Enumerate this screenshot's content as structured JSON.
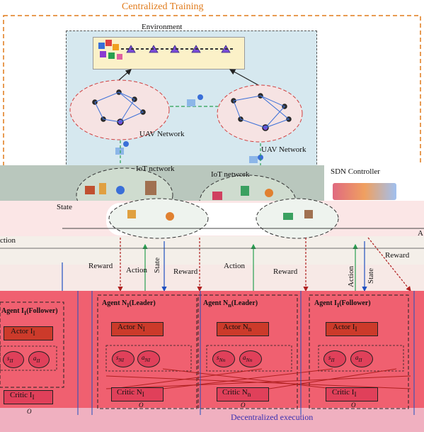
{
  "titles": {
    "top": "Centralized Training",
    "environment": "Environment",
    "uav_left": "UAV Network",
    "uav_right": "UAV Network",
    "iot_left": "IoT nctwork",
    "iot_right": "IoT network",
    "sdn": "SDN Controller",
    "bottom": "Decentralized execution"
  },
  "flow_labels": {
    "state_left": "State",
    "action_left": "ction",
    "reward_1": "Reward",
    "action_1": "Action",
    "state_1": "State",
    "reward_2": "Reward",
    "action_2": "Action",
    "reward_3": "Reward",
    "action_3": "Action",
    "state_3": "State",
    "reward_right": "Reward",
    "a_right": "A"
  },
  "agents": [
    {
      "title": "Agent I",
      "title_sub": "I",
      "title_suffix": "(Follower)",
      "actor": "Actor I",
      "actor_sub": "I",
      "s": "s",
      "s_sub": "II",
      "a": "a",
      "a_sub": "II",
      "critic": "Critic I",
      "critic_sub": "I",
      "o": "O"
    },
    {
      "title": "Agent N",
      "title_sub": "I",
      "title_suffix": "(Leader)",
      "actor": "Actor N",
      "actor_sub": "I",
      "s": "s",
      "s_sub": "NI",
      "a": "a",
      "a_sub": "NI",
      "critic": "Critic N",
      "critic_sub": "I",
      "o": "O"
    },
    {
      "title": "Agent N",
      "title_sub": "n",
      "title_suffix": "(Leader)",
      "actor": "Actor N",
      "actor_sub": "n",
      "s": "s",
      "s_sub": "Nn",
      "a": "a",
      "a_sub": "Nn",
      "critic": "Critic N",
      "critic_sub": "n",
      "o": "O"
    },
    {
      "title": "Agent I",
      "title_sub": "I",
      "title_suffix": "(Follower)",
      "actor": "Actor I",
      "actor_sub": "I",
      "s": "s",
      "s_sub": "II",
      "a": "a",
      "a_sub": "II",
      "critic": "Critic I",
      "critic_sub": "I",
      "o": "O"
    }
  ],
  "colors": {
    "orange_dash": "#e07a1a",
    "env_panel": "#d6e8ef",
    "env_strip": "#fbf1c8",
    "agent_band": "#f06070",
    "agent_inner": "#e0405a",
    "actor_box": "#cc3a2a",
    "dark_band": "#b9c7bd",
    "decentral_band": "#f0b0c0"
  }
}
